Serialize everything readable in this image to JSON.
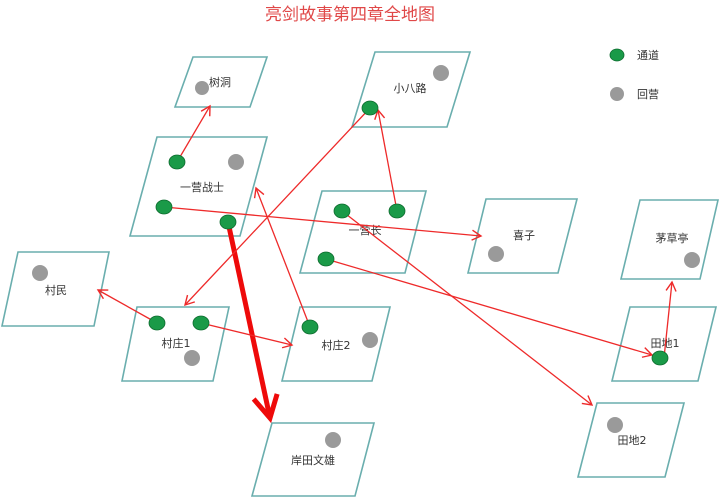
{
  "title": "亮剑故事第四章全地图",
  "legend": {
    "passage": "通道",
    "return_camp": "回营",
    "passage_color": "#1a9a48",
    "return_color": "#9a9a9a"
  },
  "nodes": {
    "shudong": "树洞",
    "xiaobalu": "小八路",
    "yiying_zhanshi": "一营战士",
    "yiyingzhang": "一营长",
    "xizi": "喜子",
    "maocaoting": "茅草亭",
    "cunmin": "村民",
    "cunzhuang1": "村庄1",
    "cunzhuang2": "村庄2",
    "tiandi1": "田地1",
    "tiandi2": "田地2",
    "antian": "岸田文雄"
  },
  "edges": [
    {
      "from": "一营战士",
      "to": "树洞"
    },
    {
      "from": "一营战士",
      "to": "喜子"
    },
    {
      "from": "一营战士",
      "to": "岸田文雄",
      "emphasis": true
    },
    {
      "from": "小八路",
      "to": "村庄1"
    },
    {
      "from": "一营长",
      "to": "小八路"
    },
    {
      "from": "村庄2",
      "to": "一营战士"
    },
    {
      "from": "村庄1",
      "to": "村民"
    },
    {
      "from": "村庄1",
      "to": "村庄2"
    },
    {
      "from": "一营长",
      "to": "田地2"
    },
    {
      "from": "一营长",
      "to": "田地1"
    },
    {
      "from": "田地1",
      "to": "茅草亭"
    }
  ]
}
